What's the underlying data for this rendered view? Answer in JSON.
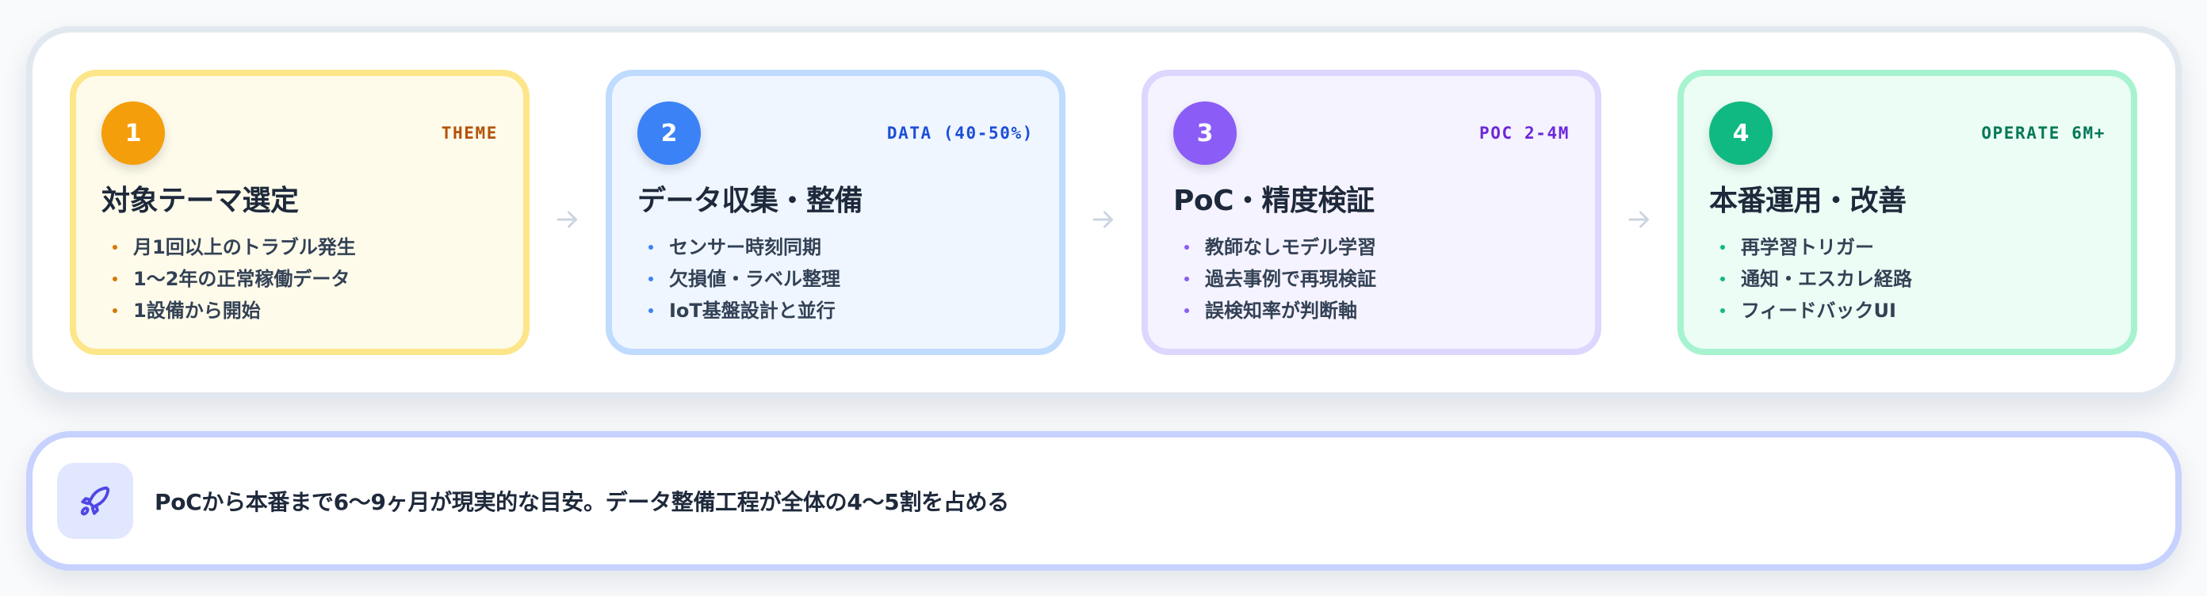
{
  "steps": [
    {
      "number": "1",
      "tag": "THEME",
      "title": "対象テーマ選定",
      "items": [
        "月1回以上のトラブル発生",
        "1〜2年の正常稼働データ",
        "1設備から開始"
      ],
      "colors": {
        "accent": "#f59e0b",
        "tag": "#b45309",
        "bullet": "#d97706",
        "border": "#fde68a",
        "bg": "#fefbea"
      }
    },
    {
      "number": "2",
      "tag": "DATA (40-50%)",
      "title": "データ収集・整備",
      "items": [
        "センサー時刻同期",
        "欠損値・ラベル整理",
        "IoT基盤設計と並行"
      ],
      "colors": {
        "accent": "#3b82f6",
        "tag": "#1d4ed8",
        "bullet": "#3b82f6",
        "border": "#bfdbfe",
        "bg": "#eff6ff"
      }
    },
    {
      "number": "3",
      "tag": "POC 2-4M",
      "title": "PoC・精度検証",
      "items": [
        "教師なしモデル学習",
        "過去事例で再現検証",
        "誤検知率が判断軸"
      ],
      "colors": {
        "accent": "#8b5cf6",
        "tag": "#6d28d9",
        "bullet": "#8b5cf6",
        "border": "#ddd6fe",
        "bg": "#f5f3ff"
      }
    },
    {
      "number": "4",
      "tag": "OPERATE 6M+",
      "title": "本番運用・改善",
      "items": [
        "再学習トリガー",
        "通知・エスカレ経路",
        "フィードバックUI"
      ],
      "colors": {
        "accent": "#10b981",
        "tag": "#047857",
        "bullet": "#10b981",
        "border": "#a7f3d0",
        "bg": "#ecfdf5"
      }
    }
  ],
  "connector_icon": "arrow-right-icon",
  "banner": {
    "icon": "rocket-icon",
    "message": "PoCから本番まで6〜9ヶ月が現実的な目安。データ整備工程が全体の4〜5割を占める",
    "colors": {
      "border": "#c7d2fe",
      "icon_bg": "#e0e7ff",
      "icon": "#4f46e5"
    }
  }
}
